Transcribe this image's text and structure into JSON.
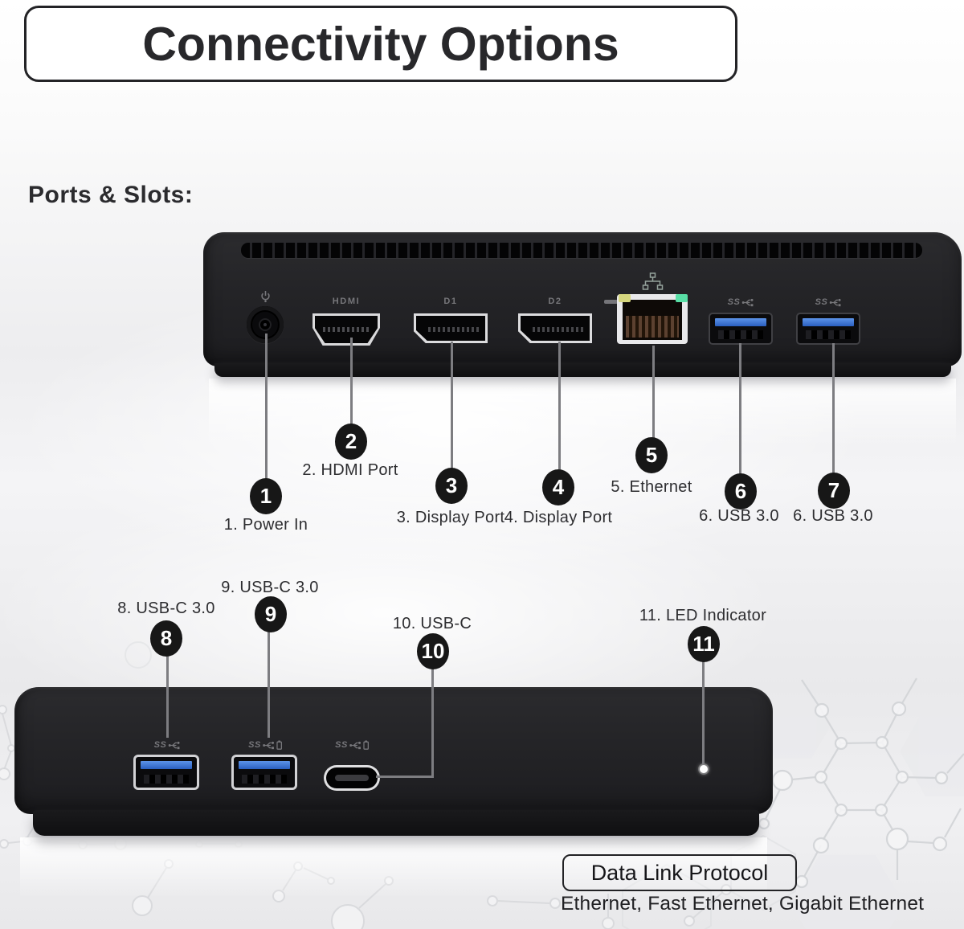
{
  "title": "Connectivity Options",
  "section_heading": "Ports & Slots:",
  "rear": {
    "glyphs": {
      "hdmi": "HDMI",
      "dp1": "D1",
      "dp2": "D2",
      "usb_ss": "SS"
    },
    "callouts": [
      {
        "num": "1",
        "label": "1. Power In"
      },
      {
        "num": "2",
        "label": "2. HDMI Port"
      },
      {
        "num": "3",
        "label": "3. Display Port"
      },
      {
        "num": "4",
        "label": "4. Display Port"
      },
      {
        "num": "5",
        "label": "5. Ethernet"
      },
      {
        "num": "6",
        "label": "6. USB 3.0"
      },
      {
        "num": "7",
        "label": "6. USB 3.0"
      }
    ]
  },
  "front": {
    "glyphs": {
      "usb_ss": "SS"
    },
    "callouts": [
      {
        "num": "8",
        "label": "8. USB-C 3.0"
      },
      {
        "num": "9",
        "label": "9. USB-C 3.0"
      },
      {
        "num": "10",
        "label": "10. USB-C"
      },
      {
        "num": "11",
        "label": "11. LED Indicator"
      }
    ]
  },
  "protocol": {
    "title": "Data Link Protocol",
    "values": "Ethernet, Fast Ethernet, Gigabit Ethernet"
  },
  "icons": {
    "power": "power-icon",
    "network": "ethernet-network-icon",
    "usb_trident": "usb-superspeed-trident-icon",
    "battery": "battery-charging-icon"
  },
  "colors": {
    "usb_tab_blue": "#2f6fd6",
    "ethernet_led_yellow": "#d6d77e",
    "ethernet_led_green": "#59dfa6",
    "callout_line_gray": "#7d7d81",
    "bubble_black": "#171717",
    "dock_body": "#242427"
  }
}
